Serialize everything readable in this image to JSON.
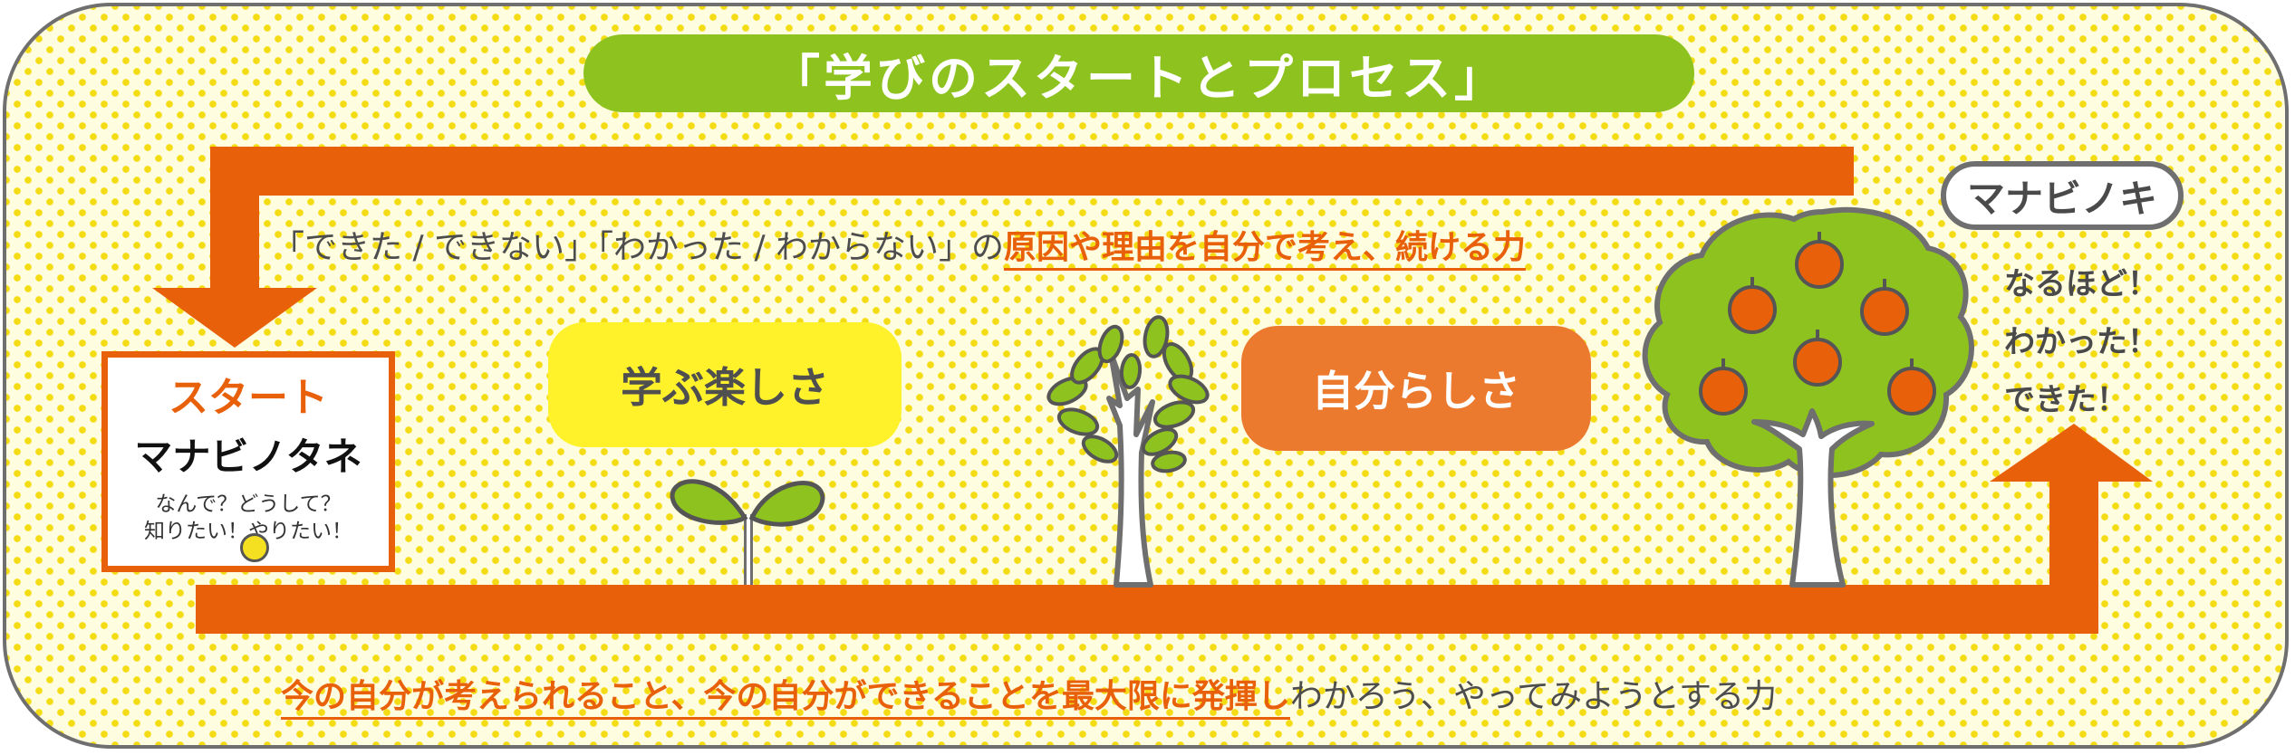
{
  "title": "「学びのスタートとプロセス」",
  "top_line": {
    "plain": "「できた / できない」「わかった / わからない」の",
    "emphasis": "原因や理由を自分で考え、続ける力"
  },
  "start_box": {
    "heading": "スタート",
    "name": "マナビノタネ",
    "line1": "なんで？どうして？",
    "line2": "知りたい！やりたい！"
  },
  "stages": {
    "stage1": "学ぶ楽しさ",
    "stage2": "自分らしさ"
  },
  "tree": {
    "label": "マナビノキ",
    "note1": "なるほど！",
    "note2": "わかった！",
    "note3": "できた！"
  },
  "bottom_line": {
    "emphasis": "今の自分が考えられること、今の自分ができることを最大限に発揮し",
    "plain": "わかろう、やってみようとする力"
  },
  "colors": {
    "arrow": "#e8600a",
    "title_bg": "#8ec21f",
    "leaf": "#8ec21f",
    "fruit": "#e8600a",
    "dots": "#f4dc14"
  }
}
